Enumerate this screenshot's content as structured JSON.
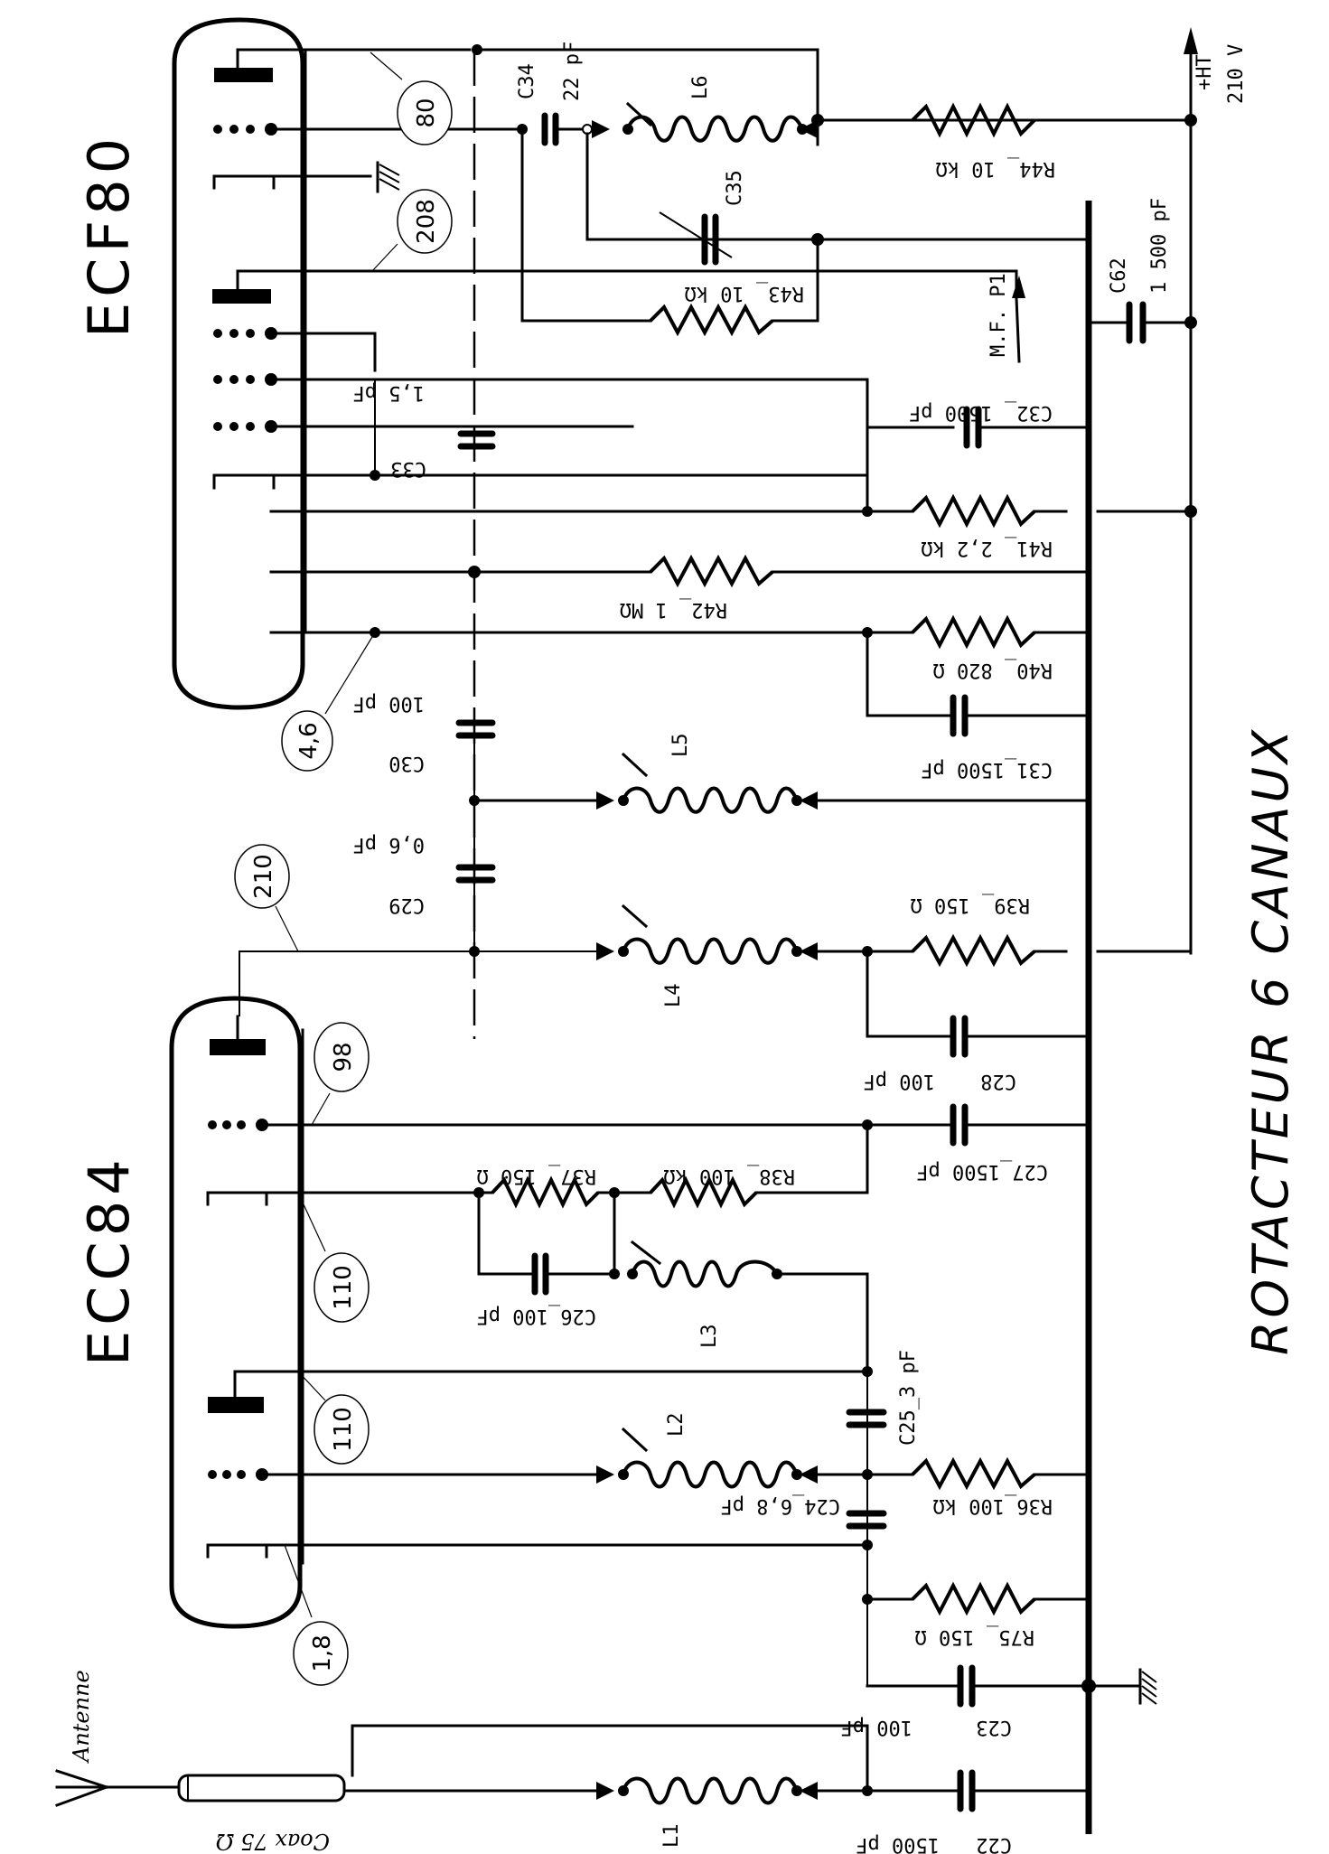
{
  "title": "ROTACTEUR  6  CANAUX",
  "tubes": [
    {
      "id": "ECF80",
      "label": "ECF80"
    },
    {
      "id": "ECC84",
      "label": "ECC84"
    }
  ],
  "supply": {
    "label": "+HT",
    "voltage": "210 V"
  },
  "output": {
    "label": "M.F. P1"
  },
  "antenna": {
    "label": "Antenne",
    "coax": "Coax 75 Ω"
  },
  "voltage_tags": [
    "80",
    "208",
    "4,6",
    "210",
    "98",
    "110",
    "110",
    "1,8"
  ],
  "components": {
    "C34": {
      "ref": "C34",
      "value": "22 pF"
    },
    "L6": {
      "ref": "L6"
    },
    "C35": {
      "ref": "C35"
    },
    "R43": {
      "ref": "R43",
      "value": "10 kΩ",
      "label": "R43_ 10 kΩ"
    },
    "R44": {
      "ref": "R44",
      "value": "10 kΩ",
      "label": "R44_ 10 kΩ"
    },
    "C62": {
      "ref": "C62",
      "value": "1 500 pF"
    },
    "C33": {
      "ref": "C33",
      "value": "1,5 pF"
    },
    "C32": {
      "ref": "C32",
      "value": "1500 pF",
      "label": "C32_ 1500 pF"
    },
    "R41": {
      "ref": "R41",
      "value": "2,2 kΩ",
      "label": "R41_ 2,2 kΩ"
    },
    "R42": {
      "ref": "R42",
      "value": "1 MΩ",
      "label": "R42_ 1 MΩ"
    },
    "R40": {
      "ref": "R40",
      "value": "820 Ω",
      "label": "R40_ 820 Ω"
    },
    "C30": {
      "ref": "C30",
      "value": "100 pF"
    },
    "C31": {
      "ref": "C31",
      "value": "1500 pF",
      "label": "C31_1500 pF"
    },
    "L5": {
      "ref": "L5"
    },
    "C29": {
      "ref": "C29",
      "value": "0,6 pF"
    },
    "R39": {
      "ref": "R39",
      "value": "150 Ω",
      "label": "R39_ 150 Ω"
    },
    "L4": {
      "ref": "L4"
    },
    "C28": {
      "ref": "C28",
      "value": "100 pF"
    },
    "C27": {
      "ref": "C27",
      "value": "1500 pF",
      "label": "C27_1500 pF"
    },
    "R37": {
      "ref": "R37",
      "value": "150 Ω",
      "label": "R37_ 150 Ω"
    },
    "R38": {
      "ref": "R38",
      "value": "100 kΩ",
      "label": "R38_ 100 kΩ"
    },
    "C26": {
      "ref": "C26",
      "value": "100 pF",
      "label": "C26_100 pF"
    },
    "L3": {
      "ref": "L3"
    },
    "C25": {
      "ref": "C25",
      "value": "3 pF",
      "label": "C25_3 pF"
    },
    "L2": {
      "ref": "L2"
    },
    "C24": {
      "ref": "C24",
      "value": "6,8 pF",
      "label": "C24_6,8 pF"
    },
    "R36": {
      "ref": "R36",
      "value": "100 kΩ",
      "label": "R36_100 kΩ"
    },
    "R75": {
      "ref": "R75",
      "value": "150 Ω",
      "label": "R75_ 150 Ω"
    },
    "C23": {
      "ref": "C23",
      "value": "100 pF"
    },
    "L1": {
      "ref": "L1"
    },
    "C22": {
      "ref": "C22",
      "value": "1500 pF"
    }
  }
}
